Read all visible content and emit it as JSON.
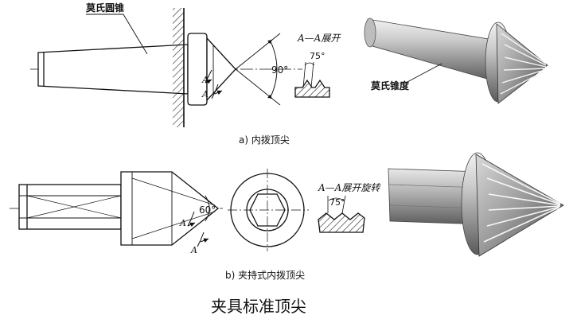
{
  "top": {
    "label_morse_cone": "莫氏圆锥",
    "section_title": "A—A展开",
    "angle_unfold": "75°",
    "angle_cone": "90°",
    "section_mark_a1": "A",
    "section_mark_a2": "A",
    "label_morse_taper_3d": "莫氏锥度",
    "caption": "a) 内拨顶尖"
  },
  "bottom": {
    "section_title": "A—A展开旋转",
    "angle_unfold": "75°",
    "angle_cone": "60°",
    "section_mark_a1": "A",
    "section_mark_a2": "A",
    "caption": "b) 夹持式内拨顶尖"
  },
  "figure_title": "夹具标准顶尖"
}
